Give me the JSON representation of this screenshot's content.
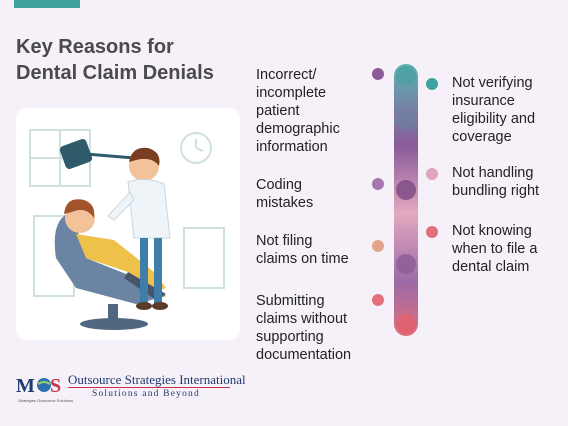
{
  "title": {
    "line1": "Key Reasons for",
    "line2": "Dental Claim Denials"
  },
  "left_reasons": [
    {
      "lines": [
        "Incorrect/",
        "incomplete",
        "patient",
        "demographic",
        "information"
      ],
      "dot_color": "#8c5a96"
    },
    {
      "lines": [
        "Coding",
        "mistakes"
      ],
      "dot_color": "#a676ad"
    },
    {
      "lines": [
        "Not filing",
        "claims on time"
      ],
      "dot_color": "#e3a48c"
    },
    {
      "lines": [
        "Submitting",
        "claims without",
        "supporting",
        "documentation"
      ],
      "dot_color": "#e2707d"
    }
  ],
  "right_reasons": [
    {
      "lines": [
        "Not verifying",
        "insurance",
        "eligibility and",
        "coverage"
      ],
      "dot_color": "#3fa3a4"
    },
    {
      "lines": [
        "Not handling",
        "bundling right"
      ],
      "dot_color": "#dea4bf"
    },
    {
      "lines": [
        "Not knowing",
        "when to file a",
        "dental claim"
      ],
      "dot_color": "#e0707c"
    }
  ],
  "timeline_colors": [
    "#5db3b2",
    "#8a5a99",
    "#e3a9bf",
    "#9c6aa6",
    "#e0707e"
  ],
  "accent_color": "#3fa39e",
  "logo": {
    "company": "Outsource Strategies International",
    "tagline": "Solutions and Beyond",
    "small_text": "Strategies Outsource Solutions"
  }
}
